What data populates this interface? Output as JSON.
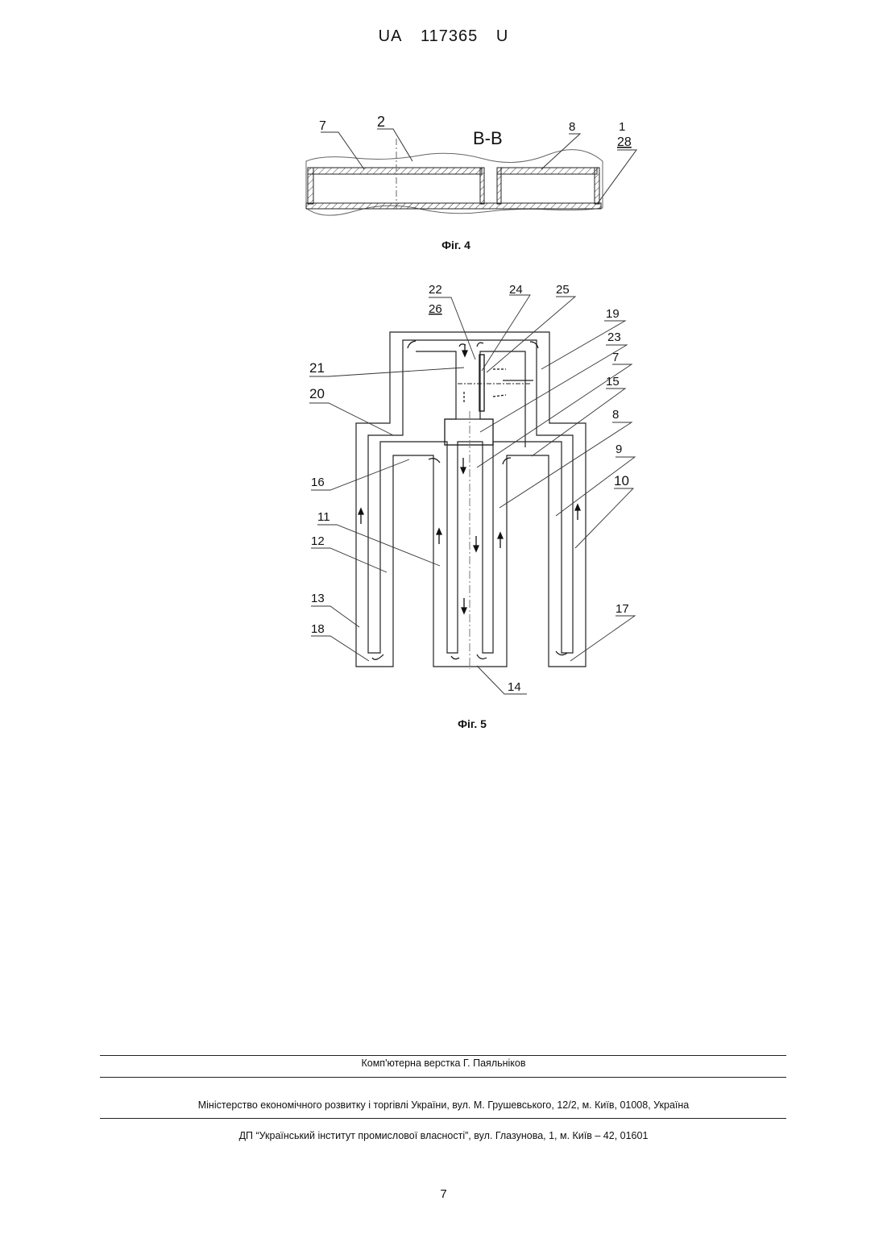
{
  "header": {
    "country": "UA",
    "number": "117365",
    "kind": "U"
  },
  "fig4": {
    "caption": "Фіг. 4",
    "section_label": "B-B",
    "labels": {
      "l7": "7",
      "l2": "2",
      "l8": "8",
      "l1": "1",
      "l28": "28"
    }
  },
  "fig5": {
    "caption": "Фіг. 5",
    "labels": {
      "l22": "22",
      "l26": "26",
      "l24": "24",
      "l25": "25",
      "l19": "19",
      "l23": "23",
      "l21": "21",
      "l7": "7",
      "l20": "20",
      "l15": "15",
      "l8": "8",
      "l9": "9",
      "l16": "16",
      "l10": "10",
      "l11": "11",
      "l12": "12",
      "l13": "13",
      "l17": "17",
      "l18": "18",
      "l14": "14"
    }
  },
  "footer": {
    "layout_credit": "Комп'ютерна верстка Г. Паяльніков",
    "ministry": "Міністерство економічного розвитку і торгівлі України, вул. М. Грушевського, 12/2, м. Київ, 01008, Україна",
    "institute": "ДП “Український інститут промислової власності”, вул. Глазунова, 1, м. Київ – 42, 01601"
  },
  "page_number": "7"
}
